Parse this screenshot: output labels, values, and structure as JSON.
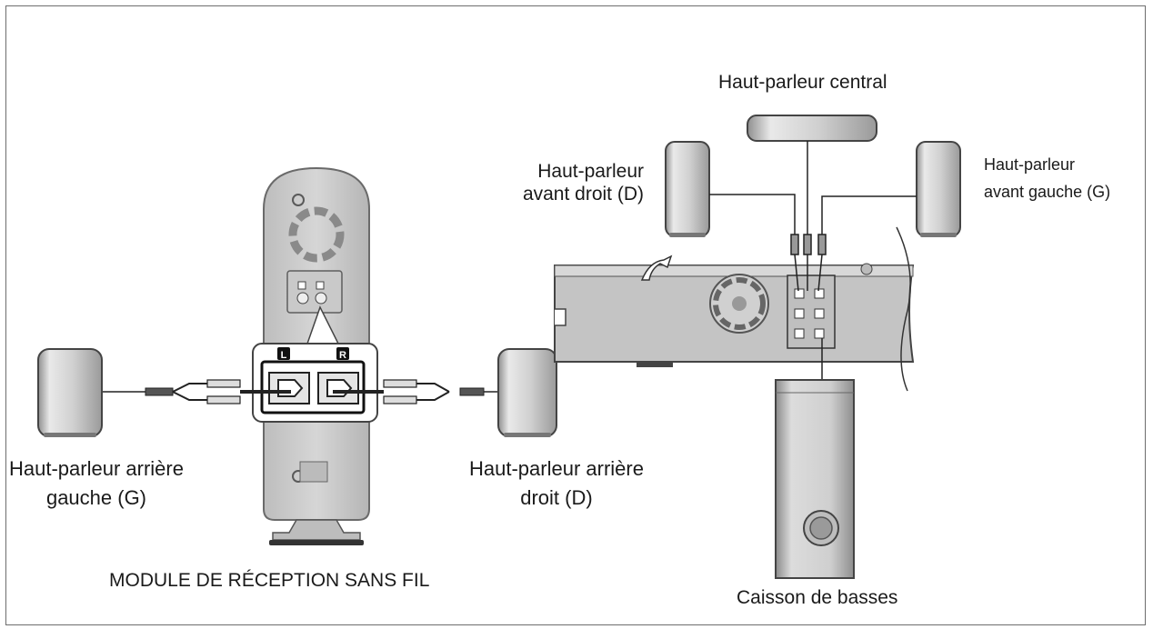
{
  "labels": {
    "center": "Haut-parleur central",
    "front_right": [
      "Haut-parleur",
      "avant droit (D)"
    ],
    "front_left": [
      "Haut-parleur",
      "avant gauche (G)"
    ],
    "rear_left": [
      "Haut-parleur arrière",
      "gauche (G)"
    ],
    "rear_right": [
      "Haut-parleur arrière",
      "droit (D)"
    ],
    "module": "MODULE DE RÉCEPTION SANS FIL",
    "subwoofer": "Caisson de basses"
  },
  "module_ports": {
    "left": "L",
    "right": "R"
  }
}
